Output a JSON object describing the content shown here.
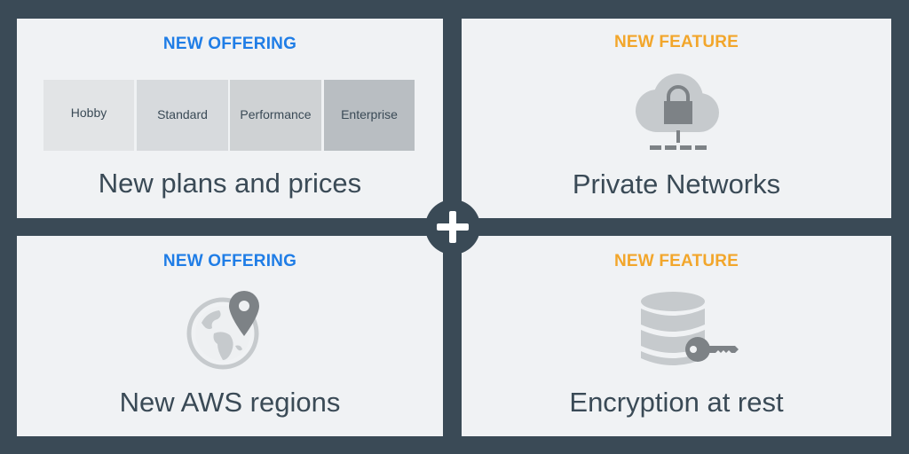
{
  "panels": {
    "plans": {
      "tag": "NEW OFFERING",
      "title": "New plans and prices",
      "plans": [
        "Hobby",
        "Standard",
        "Performance",
        "Enterprise"
      ]
    },
    "networks": {
      "tag": "NEW FEATURE",
      "title": "Private Networks",
      "icon": "cloud-lock-icon"
    },
    "regions": {
      "tag": "NEW OFFERING",
      "title": "New AWS regions",
      "icon": "globe-pin-icon"
    },
    "encryption": {
      "tag": "NEW FEATURE",
      "title": "Encryption at rest",
      "icon": "database-key-icon"
    }
  },
  "colors": {
    "offering": "#1f7de6",
    "feature": "#f2a62b",
    "background": "#3a4a56",
    "panel": "#f0f2f4"
  }
}
